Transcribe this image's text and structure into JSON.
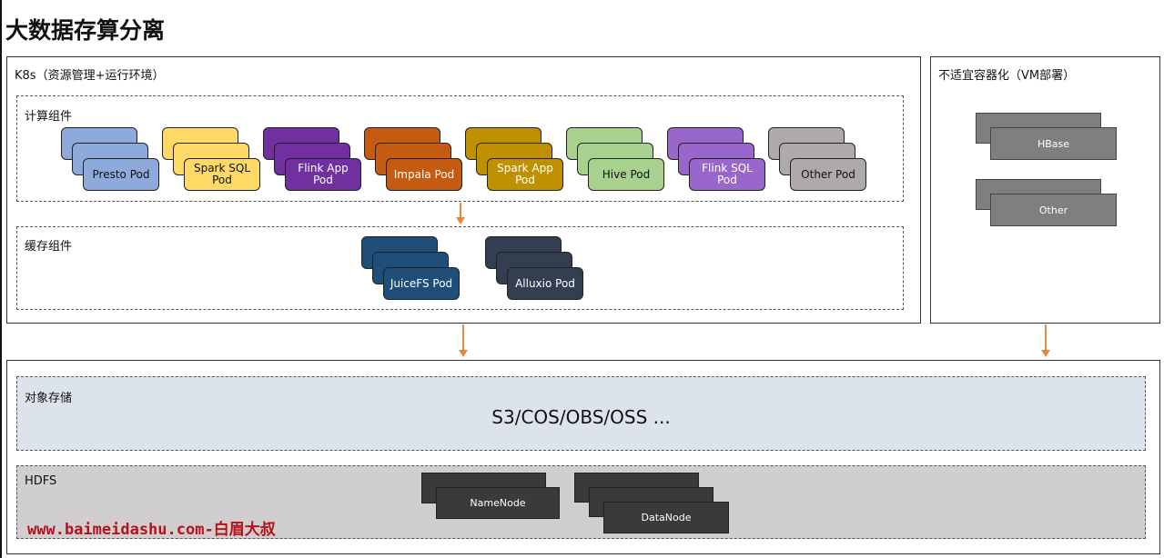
{
  "title": "大数据存算分离",
  "k8s": {
    "label": "K8s（资源管理+运行环境）",
    "compute": {
      "label": "计算组件",
      "pods": [
        {
          "label": "Presto Pod",
          "color": "#8eaadb"
        },
        {
          "label": "Spark SQL Pod",
          "color": "#ffd966"
        },
        {
          "label": "Flink App Pod",
          "color": "#7030a0"
        },
        {
          "label": "Impala Pod",
          "color": "#c55a11"
        },
        {
          "label": "Spark App Pod",
          "color": "#bf9000"
        },
        {
          "label": "Hive Pod",
          "color": "#a9d18e"
        },
        {
          "label": "Flink SQL Pod",
          "color": "#9966cc"
        },
        {
          "label": "Other Pod",
          "color": "#aeaaaa"
        }
      ]
    },
    "cache": {
      "label": "缓存组件",
      "pods": [
        {
          "label": "JuiceFS Pod",
          "color": "#1f4e79"
        },
        {
          "label": "Alluxio Pod",
          "color": "#333f50"
        }
      ]
    }
  },
  "vm": {
    "label": "不适宜容器化（VM部署）",
    "items": [
      {
        "label": "HBase",
        "color": "#7f7f7f"
      },
      {
        "label": "Other",
        "color": "#7f7f7f"
      }
    ]
  },
  "storage": {
    "object": {
      "label": "对象存储",
      "content": "S3/COS/OBS/OSS ...",
      "color": "#dde3ec"
    },
    "hdfs": {
      "label": "HDFS",
      "color": "#d0cece",
      "namenode": "NameNode",
      "datanode": "DataNode",
      "node_color": "#3a3a3a"
    }
  },
  "watermark": "www.baimeidashu.com-白眉大叔",
  "colors": {
    "arrow": "#e8863a"
  }
}
